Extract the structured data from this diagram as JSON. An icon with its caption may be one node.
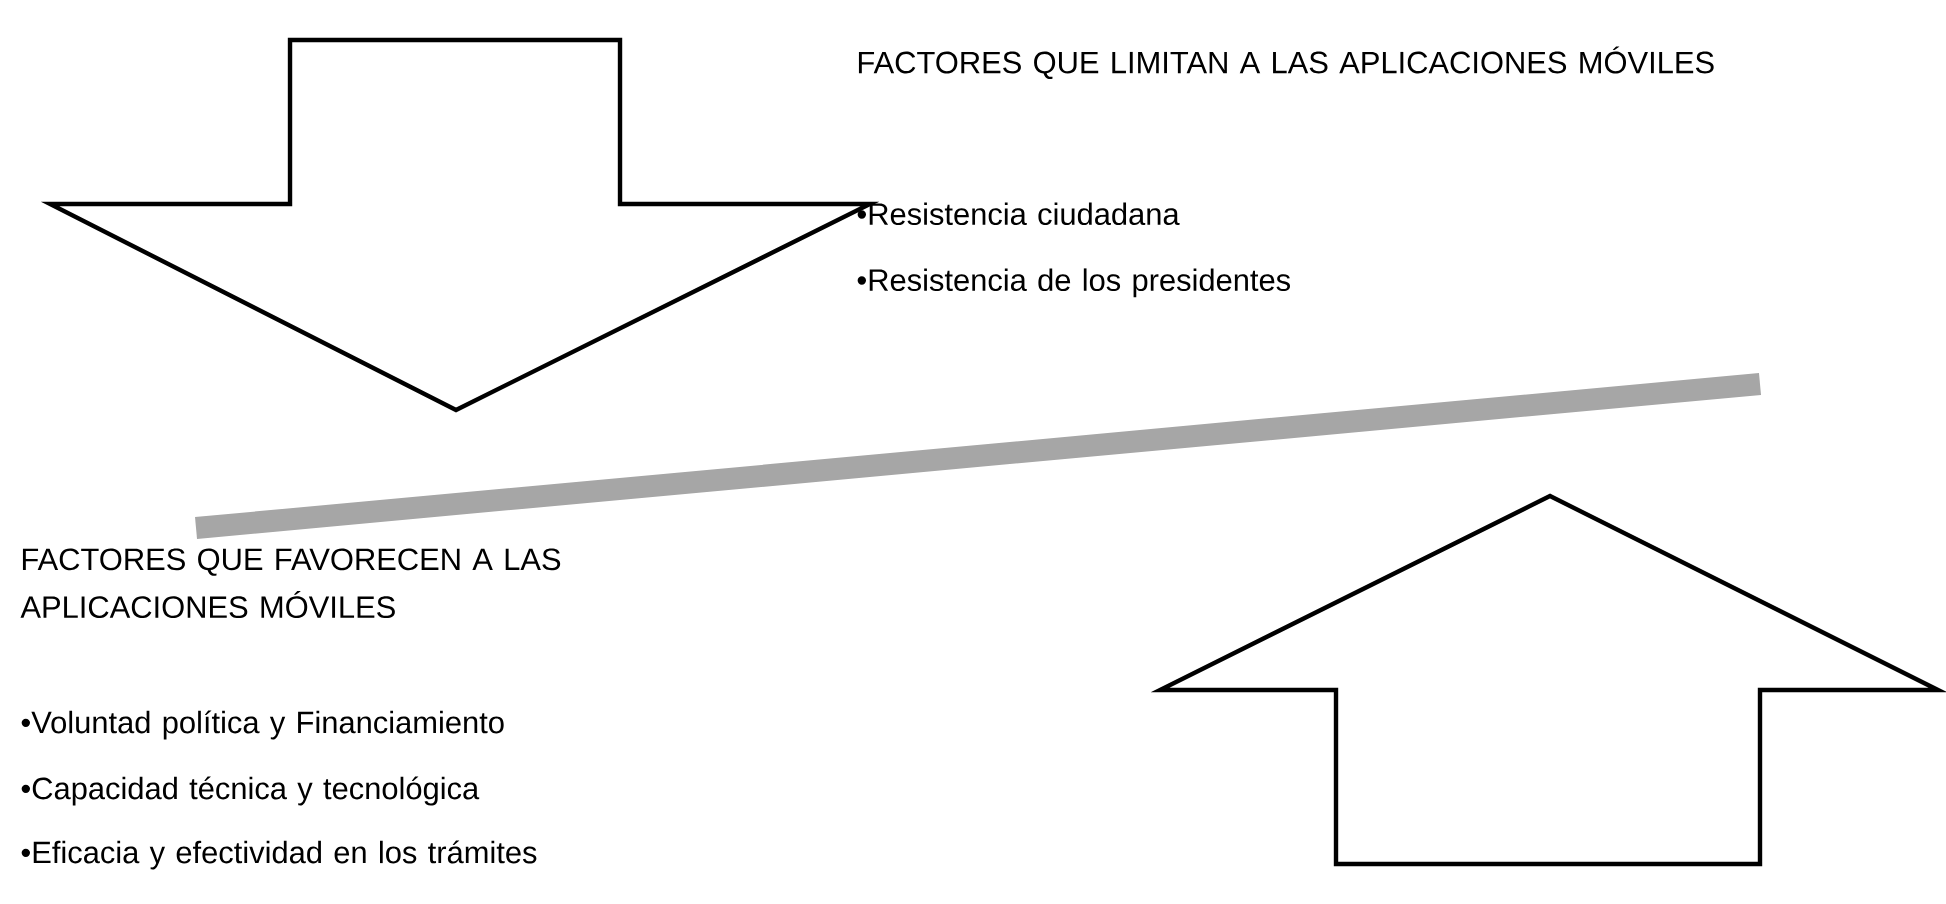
{
  "diagram": {
    "labels": [
      "FACTORES QUE LIMITAN A LAS APLICACIONES MÓVILES",
      "•Resistencia ciudadana",
      "•Resistencia de los presidentes",
      "FACTORES QUE FAVORECEN A LAS APLICACIONES MÓVILES",
      "•Voluntad política y Financiamiento",
      "•Capacidad técnica y tecnológica",
      "•Eficacia y efectividad en los trámites"
    ]
  }
}
